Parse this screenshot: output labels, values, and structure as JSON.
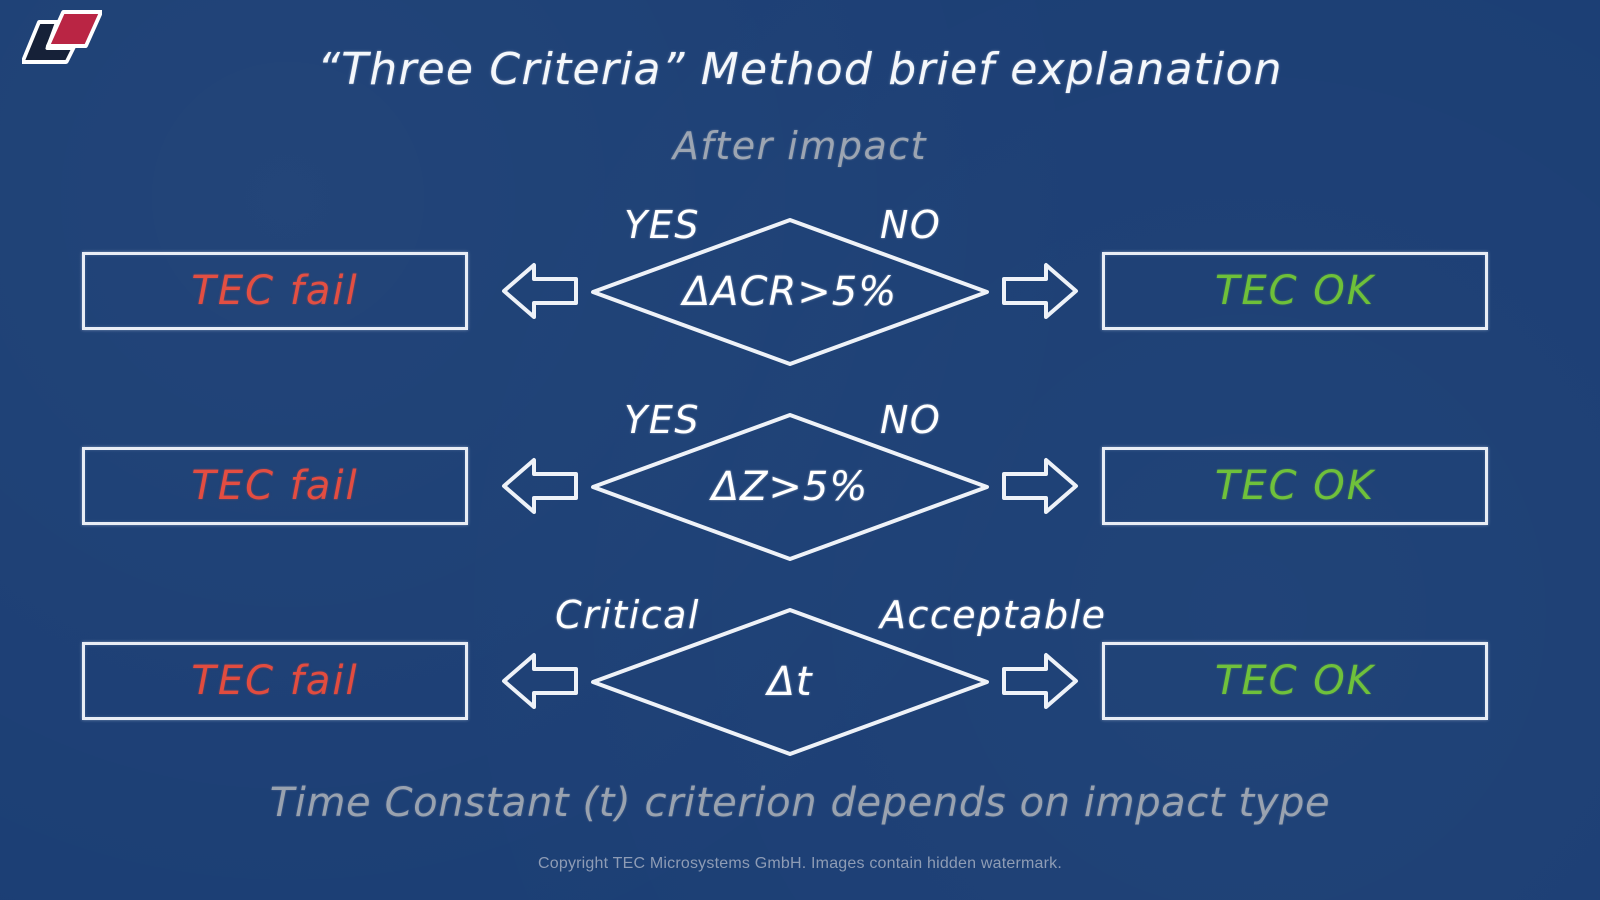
{
  "slide": {
    "background_color": "#1b3e74",
    "title": "“Three Criteria” Method brief explanation",
    "subtitle": "After impact",
    "footnote": "Time Constant (t) criterion depends on impact type",
    "copyright": "Copyright TEC Microsystems GmbH. Images contain hidden watermark."
  },
  "logo": {
    "name": "tec-microsystems-logo",
    "dark_color": "#101c33",
    "accent_color": "#b8203f",
    "outline_color": "#ffffff"
  },
  "colors": {
    "background": "#1b3e74",
    "chalk_white": "#f4f7fb",
    "chalk_gray": "#9aa3b0",
    "fail_red": "#e2493c",
    "ok_green": "#6cbf36"
  },
  "flow": {
    "rows": [
      {
        "id": "criterion-acr",
        "condition": "ΔACR>5%",
        "left_branch_label": "YES",
        "right_branch_label": "NO",
        "left_outcome": "TEC fail",
        "right_outcome": "TEC OK",
        "left_outcome_color": "#e2493c",
        "right_outcome_color": "#6cbf36",
        "left_arrow_icon": "arrow-left-icon",
        "right_arrow_icon": "arrow-right-icon"
      },
      {
        "id": "criterion-z",
        "condition": "ΔZ>5%",
        "left_branch_label": "YES",
        "right_branch_label": "NO",
        "left_outcome": "TEC fail",
        "right_outcome": "TEC OK",
        "left_outcome_color": "#e2493c",
        "right_outcome_color": "#6cbf36",
        "left_arrow_icon": "arrow-left-icon",
        "right_arrow_icon": "arrow-right-icon"
      },
      {
        "id": "criterion-tau",
        "condition": "Δt",
        "left_branch_label": "Critical",
        "right_branch_label": "Acceptable",
        "left_outcome": "TEC fail",
        "right_outcome": "TEC OK",
        "left_outcome_color": "#e2493c",
        "right_outcome_color": "#6cbf36",
        "left_arrow_icon": "arrow-left-icon",
        "right_arrow_icon": "arrow-right-icon"
      }
    ]
  }
}
